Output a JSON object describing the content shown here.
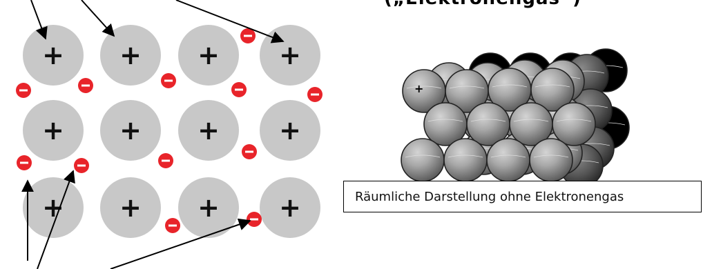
{
  "heading_fragment": "(„Elektronengas“)",
  "ion_symbol": "+",
  "electron_symbol": "−",
  "caption": "Räumliche Darstellung ohne Elektronengas",
  "colors": {
    "ion_halo": "#c8c8c8",
    "electron": "#e8242a",
    "sphere_light": "#a6a6a6",
    "sphere_dark": "#505050",
    "sphere_black": "#000000"
  },
  "icons": {
    "ion": "plus-sign",
    "electron": "minus-sign"
  }
}
